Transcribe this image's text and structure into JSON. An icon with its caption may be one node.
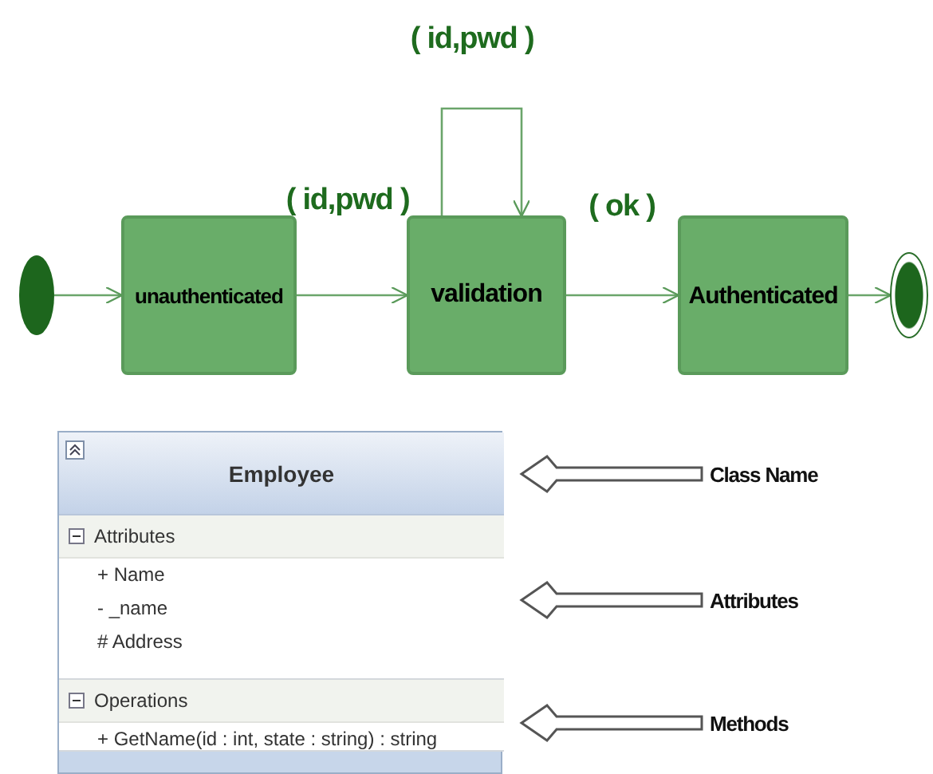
{
  "diagram": {
    "nodes": [
      {
        "text": [],
        "shape": "circle"
      },
      {
        "text": [
          "unauthenticated"
        ]
      },
      {
        "text": [
          "validation"
        ]
      },
      {
        "text": [
          "Authenticated"
        ]
      },
      {
        "text": [],
        "shape": "circle"
      },
      {
        "text": [],
        "shape": "box"
      },
      {
        "text": [
          "Employee"
        ],
        "in": 5
      },
      {
        "text": [
          "Attributes",
          "+ Name",
          "- _name",
          "# Address"
        ],
        "in": 5
      },
      {
        "text": [
          "Operations",
          "+ GetName(id : int, state : string) : string"
        ],
        "in": 5
      },
      {
        "text": [
          "Class Name"
        ]
      },
      {
        "text": [
          "Attributes"
        ]
      },
      {
        "text": [
          "Methods"
        ]
      }
    ],
    "edges": [
      {
        "from": 0,
        "to": 1,
        "arrow": "to"
      },
      {
        "from": 1,
        "to": 2,
        "arrow": "to",
        "label": "( id,pwd )"
      },
      {
        "from": 2,
        "to": 2,
        "arrow": "to",
        "label": "( id,pwd )"
      },
      {
        "from": 2,
        "to": 3,
        "arrow": "to",
        "label": "( ok )"
      },
      {
        "from": 3,
        "to": 4,
        "arrow": "to"
      },
      {
        "from": 9,
        "to": 6,
        "arrow": "to",
        "style": "thick"
      },
      {
        "from": 10,
        "to": 7,
        "arrow": "to",
        "style": "thick"
      },
      {
        "from": 11,
        "to": 8,
        "arrow": "to",
        "style": "thick"
      }
    ]
  }
}
